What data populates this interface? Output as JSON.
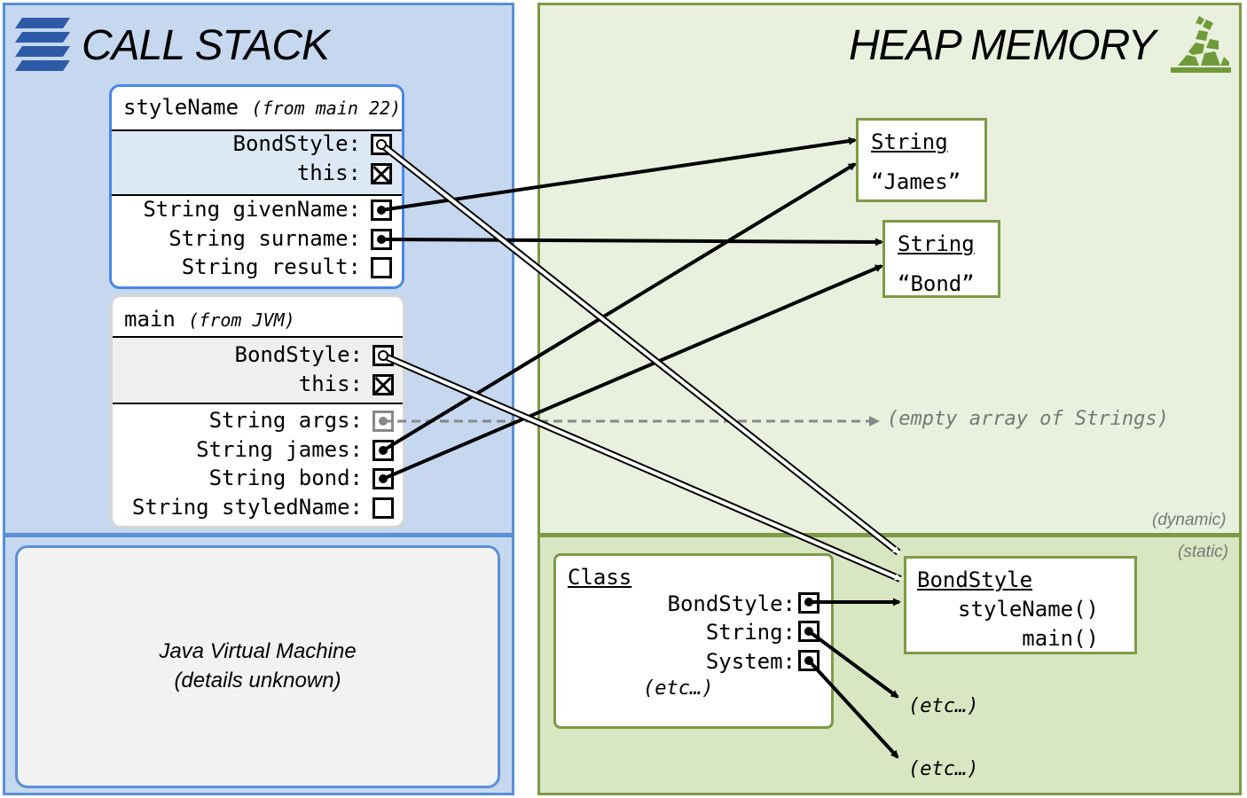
{
  "call_stack": {
    "title": "CALL STACK",
    "icon": "stack-layers-icon",
    "frames": [
      {
        "name": "styleName",
        "origin": "(from main 22)",
        "rows": [
          {
            "label": "BondStyle:",
            "kind": "ref"
          },
          {
            "label": "this:",
            "kind": "null"
          },
          {
            "label": "String givenName:",
            "kind": "ref"
          },
          {
            "label": "String surname:",
            "kind": "ref"
          },
          {
            "label": "String result:",
            "kind": "empty"
          }
        ]
      },
      {
        "name": "main",
        "origin": "(from JVM)",
        "rows": [
          {
            "label": "BondStyle:",
            "kind": "ref"
          },
          {
            "label": "this:",
            "kind": "null"
          },
          {
            "label": "String args:",
            "kind": "ref"
          },
          {
            "label": "String james:",
            "kind": "ref"
          },
          {
            "label": "String bond:",
            "kind": "ref"
          },
          {
            "label": "String styledName:",
            "kind": "empty"
          }
        ]
      }
    ],
    "jvm": {
      "line1": "Java Virtual Machine",
      "line2": "(details unknown)"
    }
  },
  "heap": {
    "title": "HEAP MEMORY",
    "icon": "rock-pile-icon",
    "dynamic_label": "(dynamic)",
    "static_label": "(static)",
    "objects": [
      {
        "type": "String",
        "value": "“James”"
      },
      {
        "type": "String",
        "value": "“Bond”"
      }
    ],
    "empty_array": "(empty array of Strings)",
    "class_table": {
      "title": "Class",
      "rows": [
        "BondStyle:",
        "String:",
        "System:"
      ],
      "etc": "(etc…)"
    },
    "bondstyle_class": {
      "title": "BondStyle",
      "methods": [
        "styleName()",
        "main()"
      ]
    },
    "etc_targets": [
      "(etc…)",
      "(etc…)"
    ]
  },
  "colors": {
    "stack_fill": "#c5d8f0",
    "stack_border": "#5b8fd6",
    "heap_fill": "#e9f0dd",
    "heap_static_fill": "#d8e6c2",
    "heap_border": "#7d9b45",
    "null_ref": "#888888"
  }
}
